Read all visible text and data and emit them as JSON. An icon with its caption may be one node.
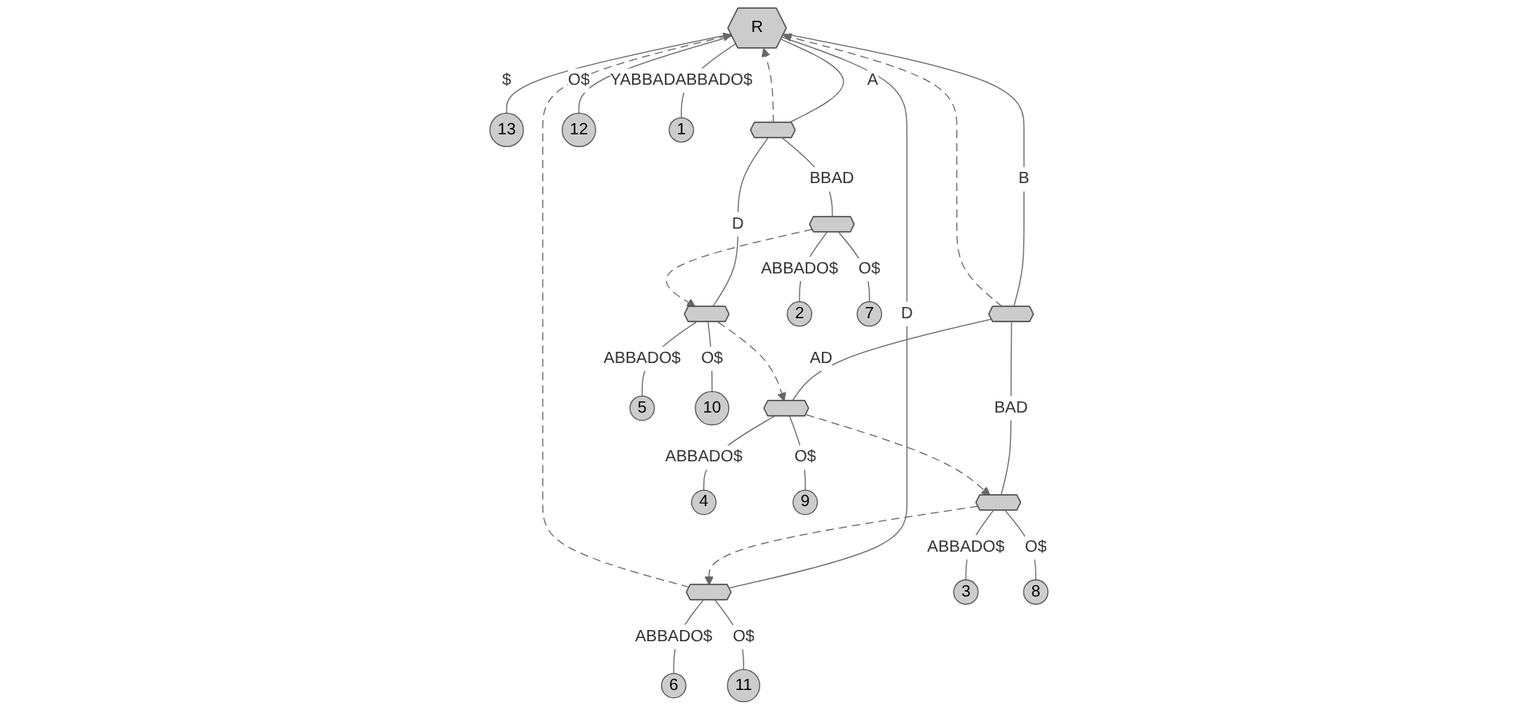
{
  "diagram": {
    "nodes": [
      {
        "text": [
          "R"
        ]
      },
      {
        "text": [
          "13"
        ]
      },
      {
        "text": [],
        "shape": "octagon"
      },
      {
        "text": [],
        "shape": "octagon"
      },
      {
        "text": [],
        "shape": "octagon"
      },
      {
        "text": [
          "12"
        ]
      },
      {
        "text": [
          "1"
        ]
      },
      {
        "text": [],
        "shape": "octagon"
      },
      {
        "text": [],
        "shape": "octagon"
      },
      {
        "text": [],
        "shape": "octagon"
      },
      {
        "text": [],
        "shape": "octagon"
      },
      {
        "text": [
          "6"
        ]
      },
      {
        "text": [
          "11"
        ]
      },
      {
        "text": [
          "2"
        ]
      },
      {
        "text": [
          "7"
        ]
      },
      {
        "text": [
          "5"
        ]
      },
      {
        "text": [
          "10"
        ]
      },
      {
        "text": [
          "4"
        ]
      },
      {
        "text": [
          "9"
        ]
      },
      {
        "text": [
          "3"
        ]
      },
      {
        "text": [
          "8"
        ]
      }
    ],
    "edges": [
      {
        "from": 0,
        "to": 1,
        "arrow": "none",
        "label": "$"
      },
      {
        "from": 0,
        "to": 2,
        "arrow": "none",
        "label": "A"
      },
      {
        "from": 0,
        "to": 3,
        "arrow": "none",
        "label": "B"
      },
      {
        "from": 0,
        "to": 4,
        "arrow": "none",
        "label": "D"
      },
      {
        "from": 0,
        "to": 5,
        "arrow": "none",
        "label": "O$"
      },
      {
        "from": 0,
        "to": 6,
        "arrow": "none",
        "label": "YABBADABBADO$"
      },
      {
        "from": 2,
        "to": 7,
        "arrow": "none",
        "label": "BBAD"
      },
      {
        "from": 2,
        "to": 8,
        "arrow": "none",
        "label": "D"
      },
      {
        "from": 3,
        "to": 9,
        "arrow": "none",
        "label": "AD"
      },
      {
        "from": 3,
        "to": 10,
        "arrow": "none",
        "label": "BAD"
      },
      {
        "from": 4,
        "to": 11,
        "arrow": "none",
        "label": "ABBADO$"
      },
      {
        "from": 4,
        "to": 12,
        "arrow": "none",
        "label": "O$"
      },
      {
        "from": 7,
        "to": 13,
        "arrow": "none",
        "label": "ABBADO$"
      },
      {
        "from": 7,
        "to": 14,
        "arrow": "none",
        "label": "O$"
      },
      {
        "from": 8,
        "to": 15,
        "arrow": "none",
        "label": "ABBADO$"
      },
      {
        "from": 8,
        "to": 16,
        "arrow": "none",
        "label": "O$"
      },
      {
        "from": 9,
        "to": 17,
        "arrow": "none",
        "label": "ABBADO$"
      },
      {
        "from": 9,
        "to": 18,
        "arrow": "none",
        "label": "O$"
      },
      {
        "from": 10,
        "to": 19,
        "arrow": "none",
        "label": "ABBADO$"
      },
      {
        "from": 10,
        "to": 20,
        "arrow": "none",
        "label": "O$"
      },
      {
        "from": 2,
        "to": 0,
        "arrow": "to",
        "style": "dashed"
      },
      {
        "from": 3,
        "to": 0,
        "arrow": "to",
        "style": "dashed"
      },
      {
        "from": 7,
        "to": 8,
        "arrow": "to",
        "style": "dashed"
      },
      {
        "from": 8,
        "to": 9,
        "arrow": "to",
        "style": "dashed"
      },
      {
        "from": 9,
        "to": 10,
        "arrow": "to",
        "style": "dashed"
      },
      {
        "from": 10,
        "to": 4,
        "arrow": "to",
        "style": "dashed"
      },
      {
        "from": 4,
        "to": 0,
        "arrow": "to",
        "style": "dashed"
      }
    ]
  }
}
